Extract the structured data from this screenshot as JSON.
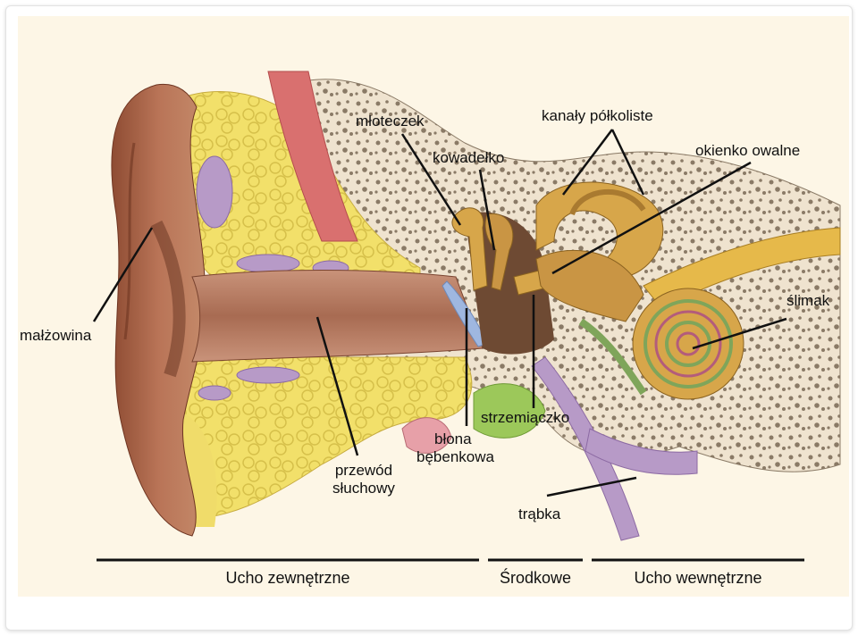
{
  "labels": {
    "malzowina": "małżowina",
    "mloteczek": "młoteczek",
    "kowadelko": "kowadełko",
    "kanaly": "kanały półkoliste",
    "okienko": "okienko owalne",
    "slimak": "ślimak",
    "strzemiaczko": "strzemiączko",
    "blona_line1": "błona",
    "blona_line2": "bębenkowa",
    "przewod_line1": "przewód",
    "przewod_line2": "słuchowy",
    "trabka": "trąbka"
  },
  "sections": {
    "outer": "Ucho zewnętrzne",
    "middle": "Środkowe",
    "inner": "Ucho wewnętrzne"
  },
  "colors": {
    "skin": "#a8644a",
    "cartilage": "#f2e06a",
    "bone": "#efe3cf",
    "cochlea": "#d7a64a",
    "eardrum": "#9fb7e0",
    "tube": "#b79ac7"
  }
}
